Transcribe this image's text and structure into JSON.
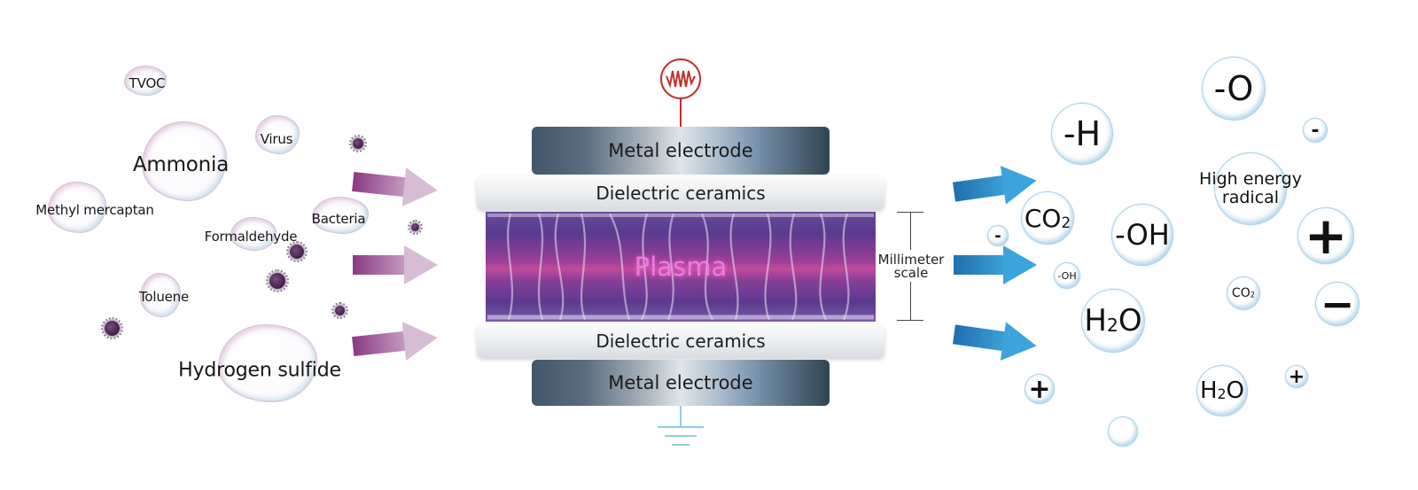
{
  "title": "Dielectric barrier discharge plasma purification diagram",
  "pollutants": {
    "tvoc": "TVOC",
    "virus": "Virus",
    "ammonia": "Ammonia",
    "methyl_mercaptan": "Methyl mercaptan",
    "bacteria": "Bacteria",
    "formaldehyde": "Formaldehyde",
    "toluene": "Toluene",
    "hydrogen_sulfide": "Hydrogen sulfide"
  },
  "reactor": {
    "top_electrode": "Metal electrode",
    "top_dielectric": "Dielectric ceramics",
    "plasma": "Plasma",
    "bottom_dielectric": "Dielectric ceramics",
    "bottom_electrode": "Metal electrode",
    "scale_line1": "Millimeter",
    "scale_line2": "scale",
    "power_source_icon": "ac-power-source-icon",
    "ground_icon": "ground-icon"
  },
  "products": {
    "h_radical": "-H",
    "o_radical": "-O",
    "co2_large": "CO",
    "co2_small": "CO",
    "co2_sub": "2",
    "oh_large": "-OH",
    "oh_small": "-OH",
    "h2o_large_a": "H",
    "h2o_large_b": "O",
    "h2o_small_a": "H",
    "h2o_small_b": "O",
    "h2o_sub": "2",
    "high_energy_1": "High energy",
    "high_energy_2": "radical",
    "plus": "+",
    "minus": "−",
    "minus_small": "-"
  },
  "colors": {
    "input_arrow": "#8a3a82",
    "output_arrow": "#2f8ccb",
    "plasma_text": "#ee7ae0",
    "power_source": "#c0302a",
    "ground": "#8ecfe0"
  }
}
